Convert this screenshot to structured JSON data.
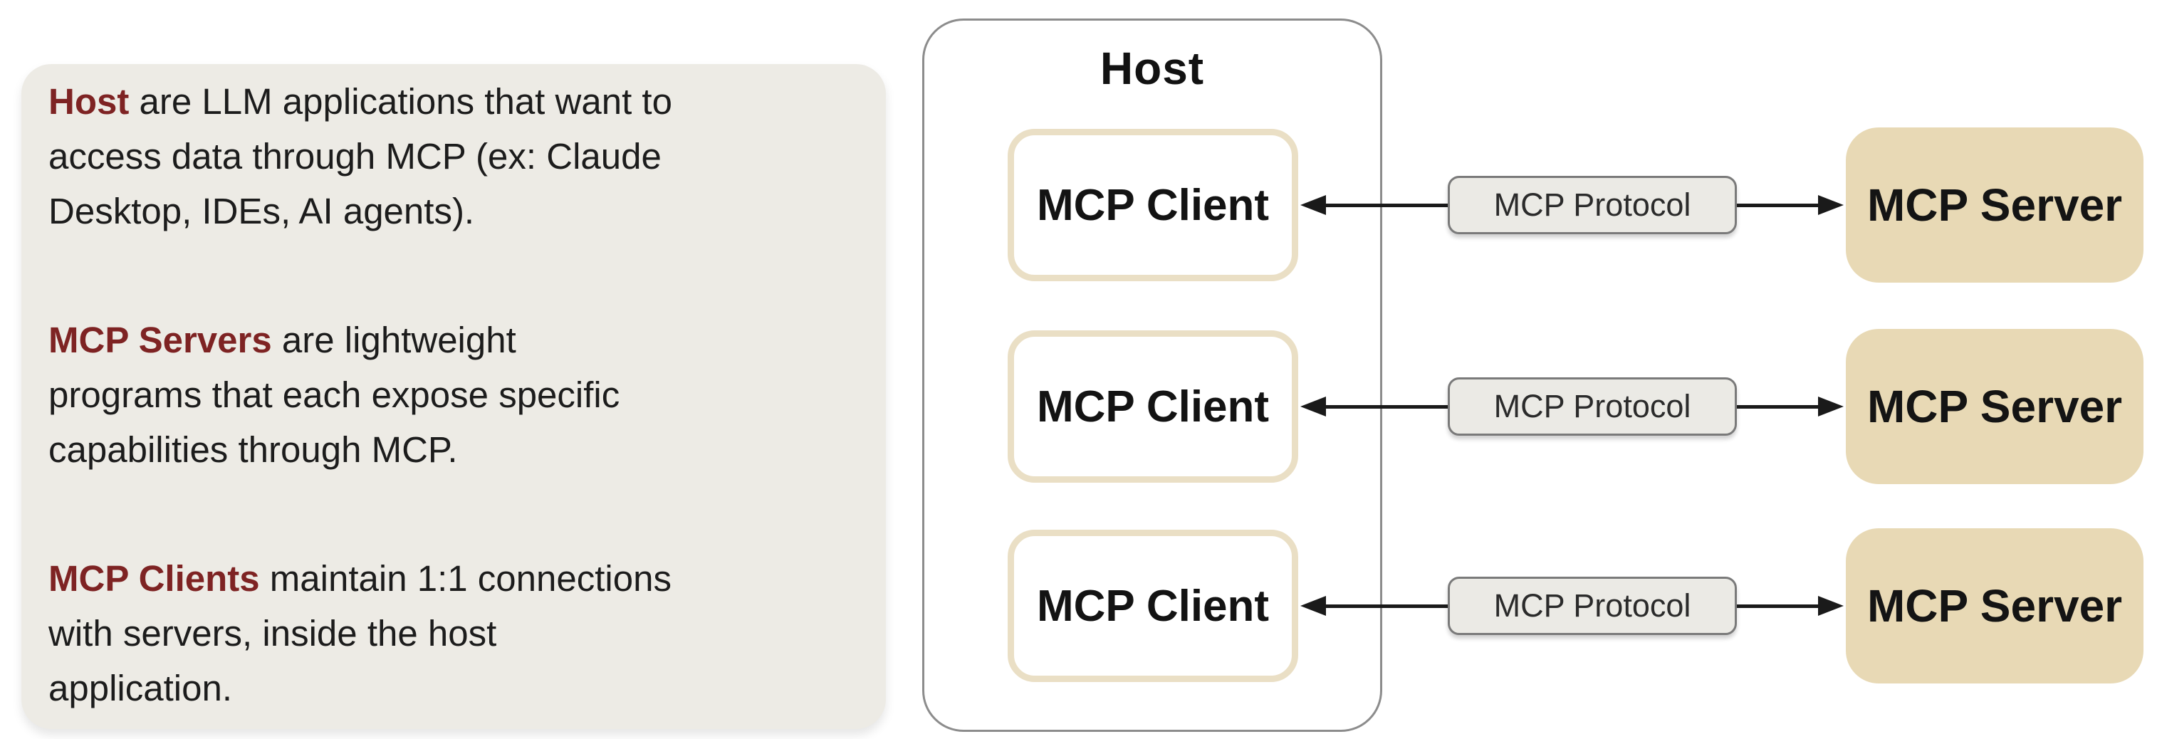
{
  "colors": {
    "page_bg": "#FFFFFF",
    "panel_bg": "#EDEBE5",
    "accent_red": "#7E2323",
    "body_text": "#1C1C1C",
    "host_border": "#8C8C8C",
    "client_border": "#EADFC5",
    "protocol_bg": "#EBEAE5",
    "protocol_border": "#7A7A7A",
    "server_bg": "#E8D9B5",
    "arrow": "#1A1A1A"
  },
  "info_panel": {
    "paragraphs": [
      {
        "lead": "Host",
        "rest": " are LLM applications that want to\naccess data through MCP (ex: Claude\nDesktop, IDEs, AI agents)."
      },
      {
        "lead": "MCP Servers",
        "rest": " are lightweight\nprograms that each expose specific\ncapabilities through MCP."
      },
      {
        "lead": "MCP Clients",
        "rest": " maintain 1:1 connections\nwith servers, inside the host\napplication."
      }
    ]
  },
  "diagram": {
    "host": {
      "title": "Host",
      "clients": [
        {
          "label": "MCP Client"
        },
        {
          "label": "MCP Client"
        },
        {
          "label": "MCP Client"
        }
      ]
    },
    "connections": [
      {
        "label": "MCP Protocol"
      },
      {
        "label": "MCP Protocol"
      },
      {
        "label": "MCP Protocol"
      }
    ],
    "servers": [
      {
        "label": "MCP Server"
      },
      {
        "label": "MCP Server"
      },
      {
        "label": "MCP Server"
      }
    ]
  }
}
